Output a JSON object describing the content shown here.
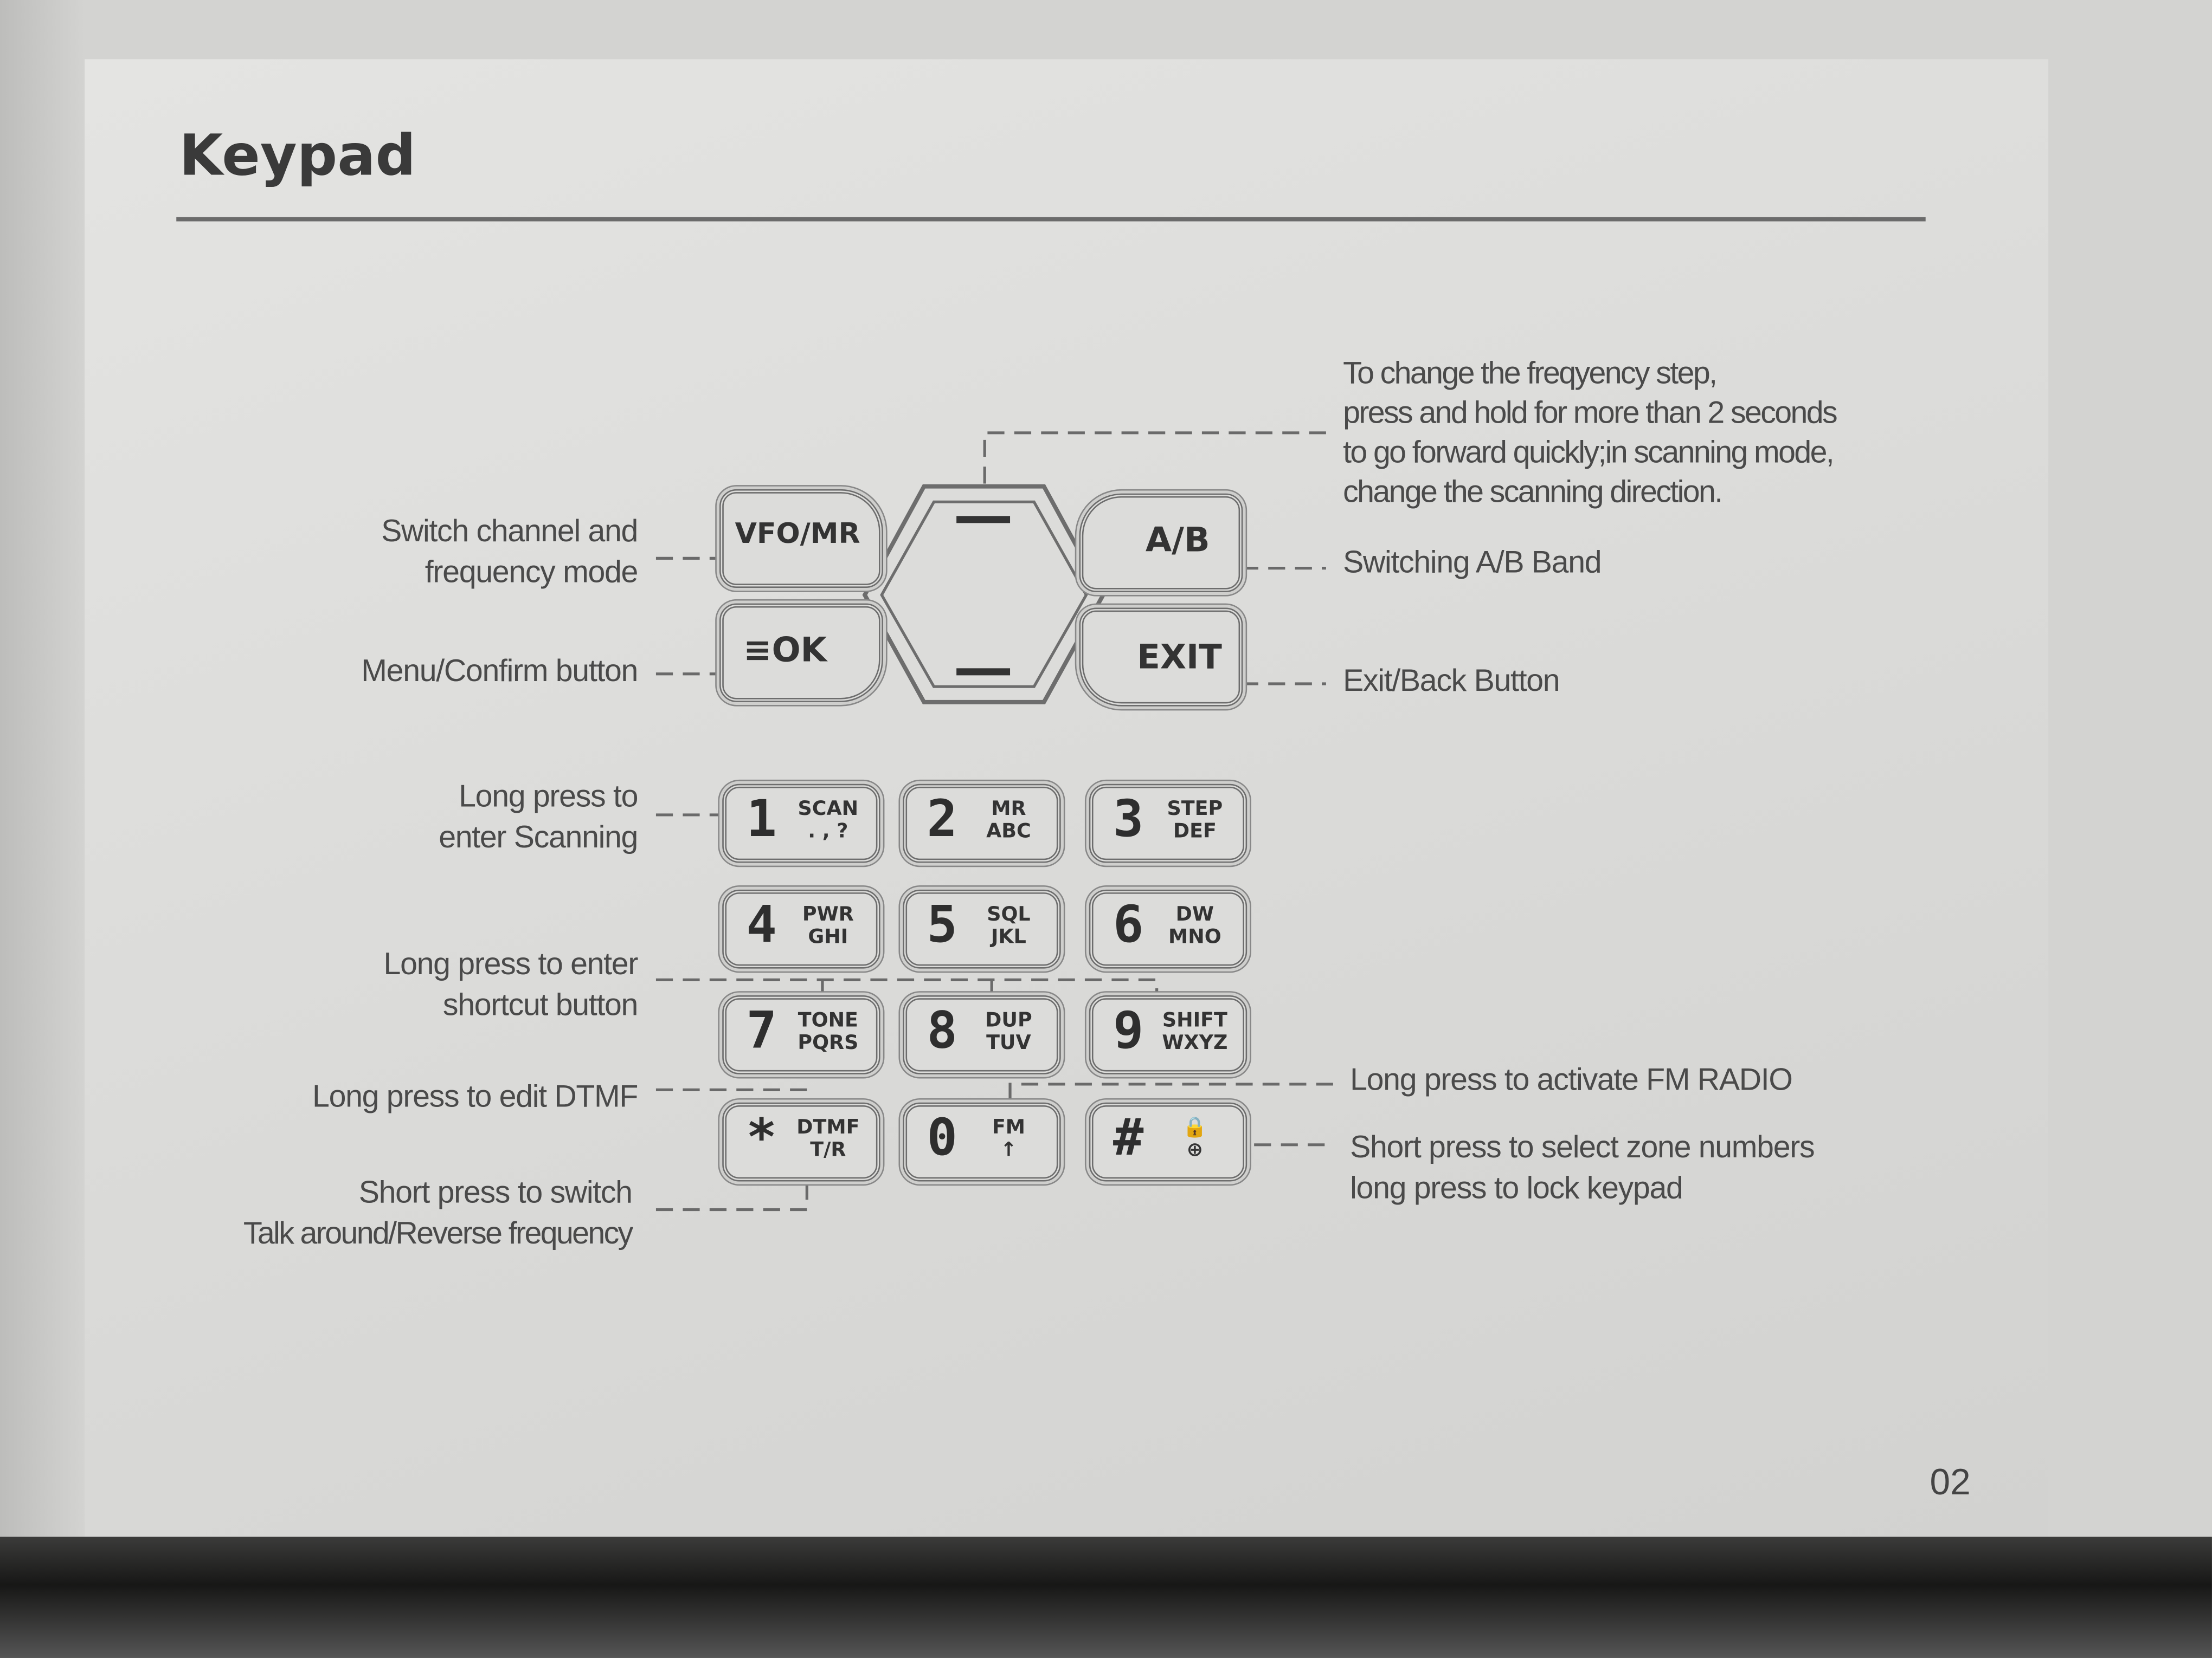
{
  "title": "Keypad",
  "page_number": "02",
  "nav_keys": {
    "vfo_mr": "VFO/MR",
    "ok": "≡OK",
    "ab": "A/B",
    "exit": "EXIT"
  },
  "keys": [
    {
      "num": "1",
      "top": "SCAN",
      "bottom": ". , ?"
    },
    {
      "num": "2",
      "top": "MR",
      "bottom": "ABC"
    },
    {
      "num": "3",
      "top": "STEP",
      "bottom": "DEF"
    },
    {
      "num": "4",
      "top": "PWR",
      "bottom": "GHI"
    },
    {
      "num": "5",
      "top": "SQL",
      "bottom": "JKL"
    },
    {
      "num": "6",
      "top": "DW",
      "bottom": "MNO"
    },
    {
      "num": "7",
      "top": "TONE",
      "bottom": "PQRS"
    },
    {
      "num": "8",
      "top": "DUP",
      "bottom": "TUV"
    },
    {
      "num": "9",
      "top": "SHIFT",
      "bottom": "WXYZ"
    },
    {
      "num": "*",
      "top": "DTMF",
      "bottom": "T/R"
    },
    {
      "num": "0",
      "top": "FM",
      "bottom": "↑"
    },
    {
      "num": "#",
      "top": "🔒",
      "bottom": "⊕"
    }
  ],
  "labels_left": {
    "switch_mode": [
      "Switch channel and",
      "frequency mode"
    ],
    "menu": "Menu/Confirm button",
    "scan": [
      "Long press to",
      "enter Scanning"
    ],
    "shortcut": [
      "Long press to enter",
      "shortcut button"
    ],
    "dtmf": "Long press to edit DTMF",
    "talkaround": [
      "Short press to switch",
      "Talk around/Reverse frequency"
    ]
  },
  "labels_right": {
    "step": [
      "To change the freqyency step,",
      "press and hold for more than 2 seconds",
      "to go forward quickly;in scanning mode,",
      "change the scanning direction."
    ],
    "ab": "Switching A/B Band",
    "exit": "Exit/Back Button",
    "fm": "Long press to activate FM RADIO",
    "zone": [
      "Short press to select zone numbers",
      "long press to lock keypad"
    ]
  }
}
